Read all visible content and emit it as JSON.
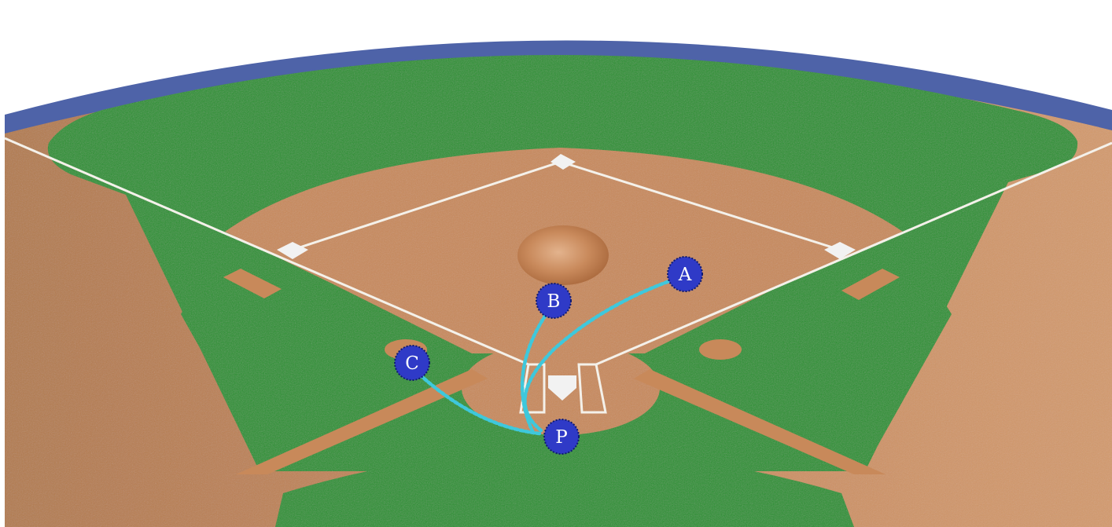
{
  "colors": {
    "background": "#ffffff",
    "wall": "#4e63a8",
    "dirt": "#c8895a",
    "dirt_dark": "#b5774a",
    "grass": "#27912f",
    "line": "#f4f1ea",
    "base": "#f2f2f2",
    "marker_fill": "#2f3ac7",
    "marker_edge": "#0f1a70",
    "route": "#3ec8dc"
  },
  "markers": [
    {
      "id": "A",
      "label": "A"
    },
    {
      "id": "B",
      "label": "B"
    },
    {
      "id": "C",
      "label": "C"
    },
    {
      "id": "P",
      "label": "P"
    }
  ],
  "routes": [
    {
      "from": "P",
      "to": "A"
    },
    {
      "from": "P",
      "to": "B"
    },
    {
      "from": "P",
      "to": "C"
    }
  ]
}
